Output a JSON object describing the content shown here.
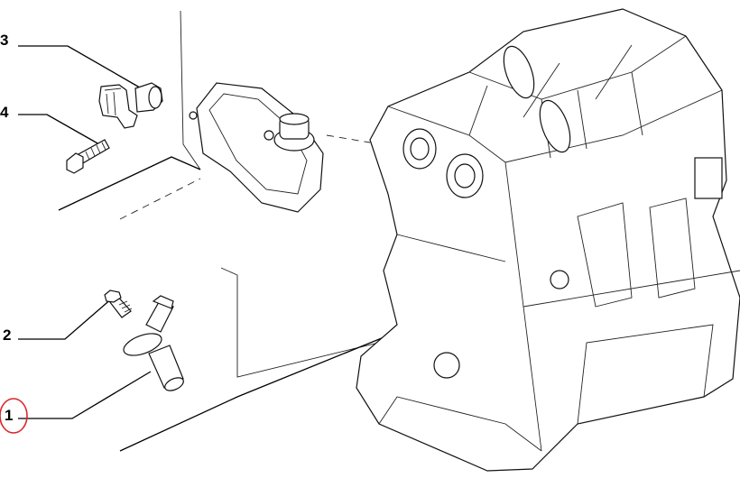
{
  "diagram": {
    "callouts": [
      {
        "id": "1",
        "label": "1",
        "highlighted": true
      },
      {
        "id": "2",
        "label": "2",
        "highlighted": false
      },
      {
        "id": "3",
        "label": "3",
        "highlighted": false
      },
      {
        "id": "4",
        "label": "4",
        "highlighted": false
      }
    ],
    "highlight_color": "#d9262c"
  }
}
